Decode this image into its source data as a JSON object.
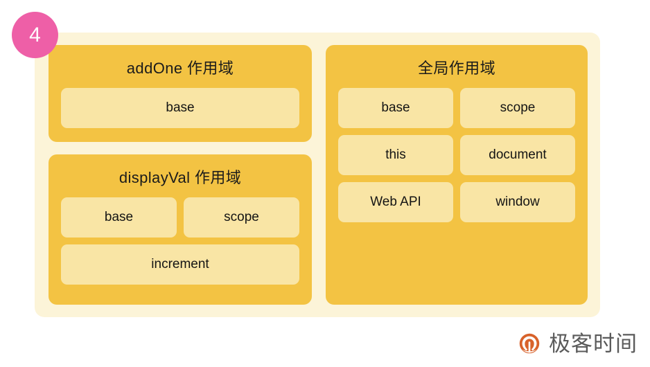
{
  "step_badge": {
    "number": "4"
  },
  "diagram": {
    "left_column": [
      {
        "title": "addOne 作用域",
        "variables": [
          {
            "label": "base",
            "width": "full"
          }
        ]
      },
      {
        "title": "displayVal 作用域",
        "variables": [
          {
            "label": "base",
            "width": "half"
          },
          {
            "label": "scope",
            "width": "half"
          },
          {
            "label": "increment",
            "width": "full"
          }
        ]
      }
    ],
    "right_column": [
      {
        "title": "全局作用域",
        "variables": [
          {
            "label": "base",
            "width": "half"
          },
          {
            "label": "scope",
            "width": "half"
          },
          {
            "label": "this",
            "width": "half"
          },
          {
            "label": "document",
            "width": "half"
          },
          {
            "label": "Web API",
            "width": "half"
          },
          {
            "label": "window",
            "width": "half"
          }
        ]
      }
    ]
  },
  "watermark": {
    "text": "极客时间"
  },
  "colors": {
    "frame_background": "#FCF4D8",
    "panel_gold": "#F3C343",
    "chip_pale": "#F9E5A5",
    "badge_pink": "#EE5FA7",
    "logo_orange": "#D8622B",
    "wordmark_gray": "#5A5A5A",
    "text_dark": "#141414",
    "page_background": "#FFFFFF"
  }
}
